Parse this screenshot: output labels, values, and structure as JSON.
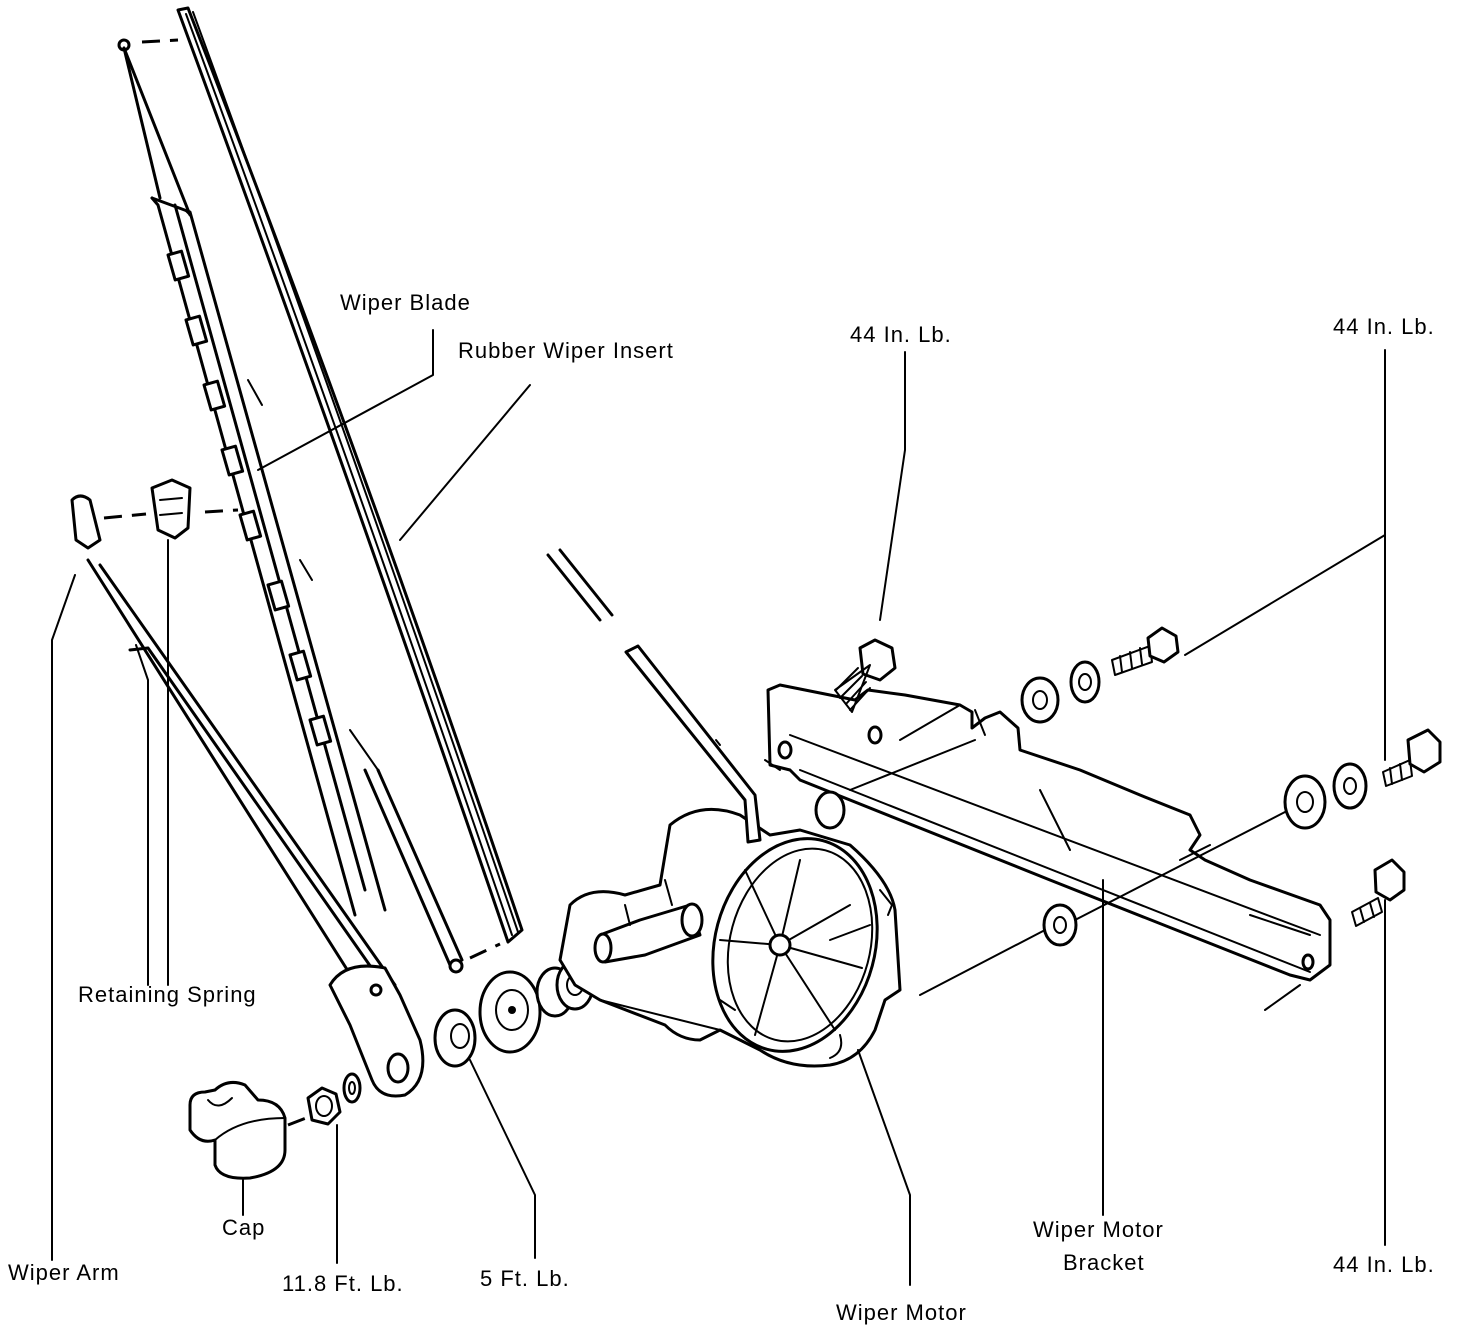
{
  "labels": {
    "wiper_blade": "Wiper Blade",
    "rubber_wiper_insert": "Rubber Wiper Insert",
    "torque_top_center": "44 In. Lb.",
    "torque_top_right": "44 In. Lb.",
    "retaining_spring": "Retaining Spring",
    "cap": "Cap",
    "wiper_arm": "Wiper Arm",
    "torque_nut": "11.8 Ft. Lb.",
    "torque_shaft": "5 Ft. Lb.",
    "wiper_motor": "Wiper Motor",
    "wiper_motor_bracket_line1": "Wiper Motor",
    "wiper_motor_bracket_line2": "Bracket",
    "torque_bottom_right": "44 In. Lb."
  }
}
